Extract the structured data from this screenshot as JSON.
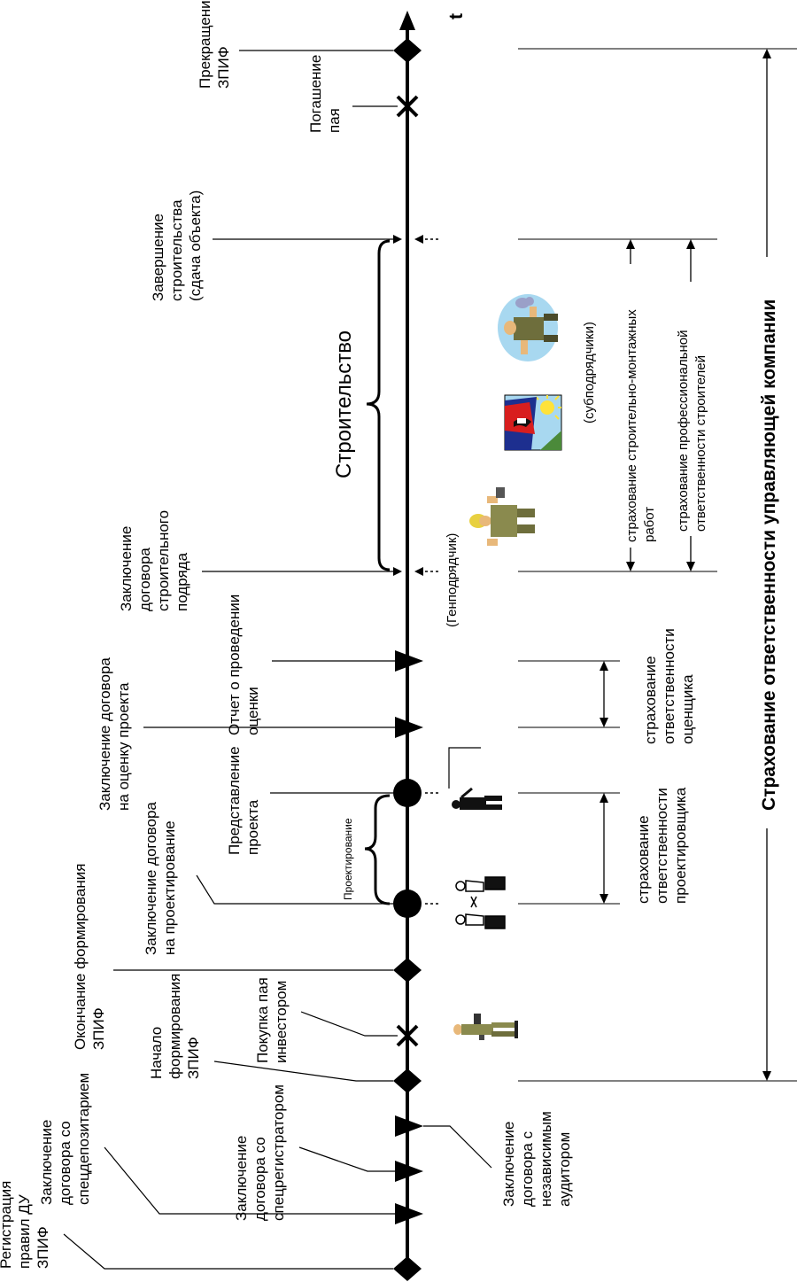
{
  "axis_label": "t",
  "events": {
    "registration": [
      "Регистрация",
      "правил ДУ",
      "ЗПИФ"
    ],
    "depositary": [
      "Заключение",
      "договора со",
      "спецдепозитарием"
    ],
    "registrar": [
      "Заключение",
      "договора со",
      "спецрегистратором"
    ],
    "auditor": [
      "Заключение",
      "договора с",
      "независимым",
      "аудитором"
    ],
    "formation_start": [
      "Начало",
      "формирования",
      "ЗПИФ"
    ],
    "share_purchase": [
      "Покупка пая",
      "инвестором"
    ],
    "formation_end": [
      "Окончание формирования",
      "ЗПИФ"
    ],
    "design_contract": [
      "Заключение договора",
      "на проектирование"
    ],
    "project_presentation": [
      "Представление",
      "проекта"
    ],
    "appraisal_contract": [
      "Заключение договора",
      "на оценку проекта"
    ],
    "appraisal_report": [
      "Отчет о проведении",
      "оценки"
    ],
    "construction_contract": [
      "Заключение",
      "договора",
      "строительного",
      "подряда"
    ],
    "construction_end": [
      "Завершение",
      "строительства",
      "(сдача объекта)"
    ],
    "share_redemption": [
      "Погашение",
      "пая"
    ],
    "termination": [
      "Прекращение",
      "ЗПИФ"
    ]
  },
  "phases": {
    "design": "Проектирование",
    "construction": "Строительство"
  },
  "parties": {
    "general_contractor": "(Генподрядчик)",
    "subcontractors": "(субподрядчики)"
  },
  "insurance": {
    "designer": [
      "страхование",
      "ответственности",
      "проектировщика"
    ],
    "appraiser": [
      "страхование",
      "ответственности",
      "оценщика"
    ],
    "construction_works": [
      "страхование строительно-монтажных",
      "работ"
    ],
    "builders_liability": [
      "страхование профессиональной",
      "ответственности строителей"
    ],
    "management_company": "Страхование ответственности  управляющей компании"
  },
  "colors": {
    "line": "#000000",
    "sky": "#a8d8f0",
    "sun": "#ffe23a",
    "flag_red": "#d81e1e",
    "flag_blue": "#1d2f8f",
    "khaki": "#8a8a4e",
    "skin": "#e8b87a"
  },
  "icons": [
    "businessman-icon",
    "meeting-icon",
    "presenter-icon",
    "builder-icon",
    "poster-icon",
    "worker-icon"
  ]
}
